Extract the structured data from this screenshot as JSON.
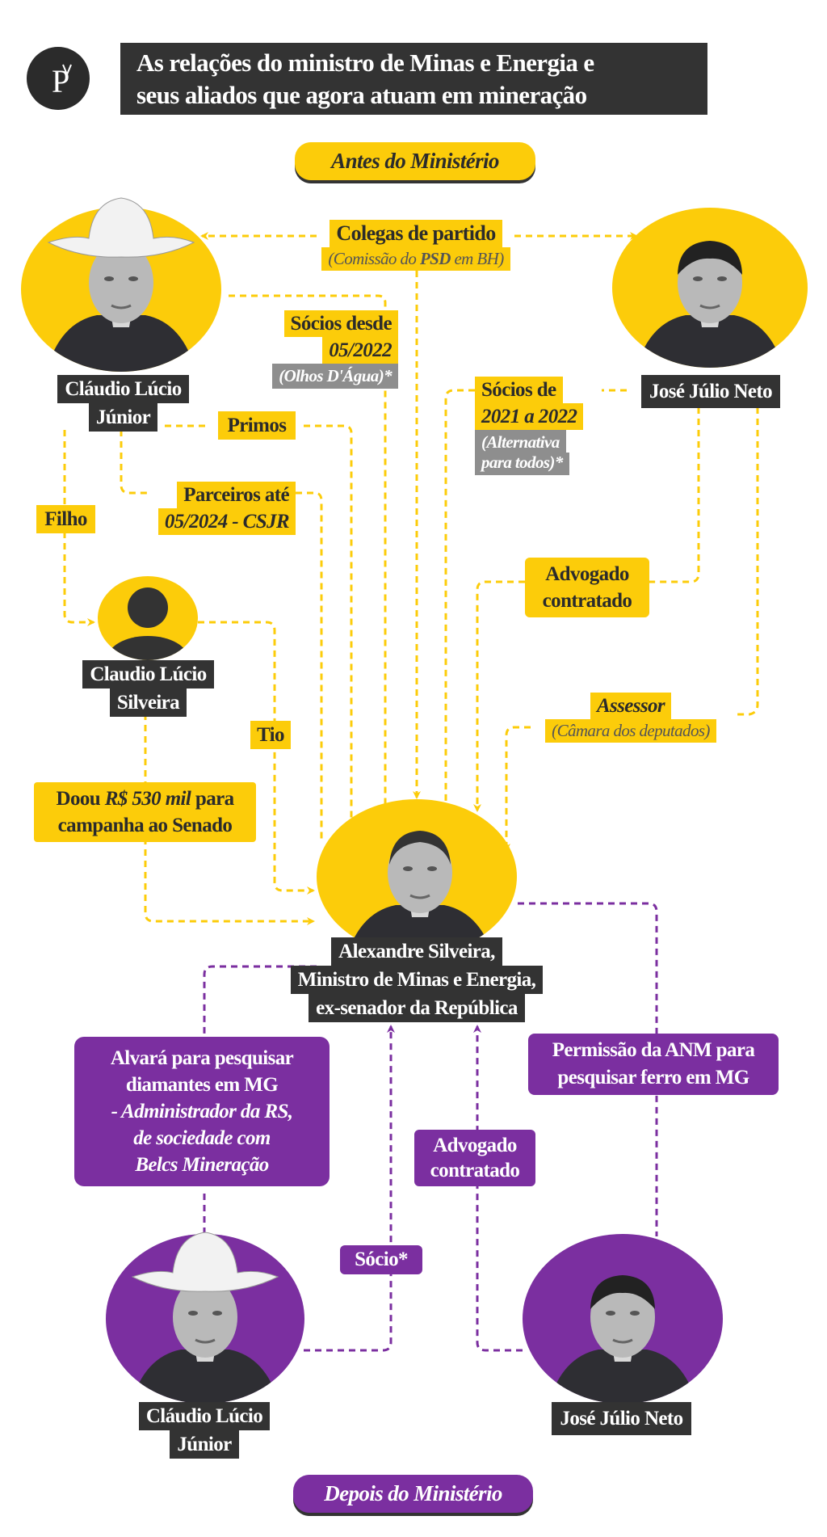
{
  "brand": {
    "logo_letters": "P"
  },
  "title": {
    "line1": "As relações do ministro de Minas e Energia e",
    "line2": "seus aliados que agora atuam em mineração"
  },
  "sections": {
    "before": "Antes do Ministério",
    "after": "Depois do Ministério"
  },
  "people": {
    "claudio_junior": {
      "line1": "Cláudio Lúcio",
      "line2": "Júnior"
    },
    "jose_julio": {
      "line1": "José Júlio Neto"
    },
    "claudio_silveira": {
      "line1": "Claudio Lúcio",
      "line2": "Silveira"
    },
    "alexandre": {
      "line1": "Alexandre Silveira,",
      "line2": "Ministro de Minas e Energia,",
      "line3": "ex-senador da República"
    }
  },
  "relations": {
    "colegas": {
      "title": "Colegas de partido",
      "note_pre": "(Comissão do ",
      "note_bold": "PSD",
      "note_post": " em BH)"
    },
    "socios_desde": {
      "line1": "Sócios desde",
      "line2": "05/2022",
      "note": "(Olhos D'Água)*"
    },
    "socios_de": {
      "line1": "Sócios de",
      "line2": "2021 a 2022",
      "note1": "(Alternativa",
      "note2": "para todos)*"
    },
    "primos": "Primos",
    "parceiros": {
      "line1": "Parceiros até",
      "line2": "05/2024 - CSJR"
    },
    "filho": "Filho",
    "advogado_antes": {
      "line1": "Advogado",
      "line2": "contratado"
    },
    "tio": "Tio",
    "assessor": {
      "title": "Assessor",
      "note": "(Câmara dos deputados)"
    },
    "doou": {
      "pre": "Doou ",
      "amount": "R$ 530 mil",
      "post": " para",
      "line2": "campanha ao Senado"
    },
    "alvara": {
      "line1": "Alvará para pesquisar",
      "line2": "diamantes em MG",
      "line3": "- Administrador da RS,",
      "line4": "de sociedade com",
      "line5": "Belcs Mineração"
    },
    "permissao": {
      "line1": "Permissão da ANM para",
      "line2": "pesquisar ferro em MG"
    },
    "advogado_depois": {
      "line1": "Advogado",
      "line2": "contratado"
    },
    "socio": "Sócio*"
  },
  "colors": {
    "yellow": "#fccc0a",
    "purple": "#7b2fa0",
    "dark": "#333333",
    "gray": "#8e8e8e"
  }
}
